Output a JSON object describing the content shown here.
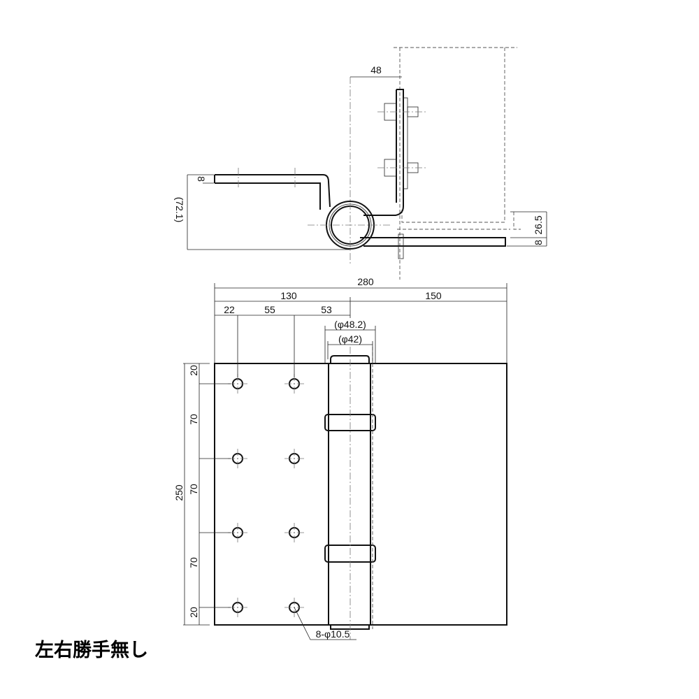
{
  "caption": "左右勝手無し",
  "side_view": {
    "dim_48": "48",
    "dim_8_left": "8",
    "dim_72_1": "(72.1)",
    "dim_26_5": "26.5",
    "dim_8_right": "8"
  },
  "front_view": {
    "dim_280": "280",
    "dim_130": "130",
    "dim_150": "150",
    "dim_22": "22",
    "dim_55": "55",
    "dim_53": "53",
    "dim_phi48_2": "(φ48.2)",
    "dim_phi42": "(φ42)",
    "dim_250": "250",
    "dim_20_top": "20",
    "dim_70_a": "70",
    "dim_70_b": "70",
    "dim_70_c": "70",
    "dim_20_bottom": "20",
    "hole_callout": "8-φ10.5"
  }
}
